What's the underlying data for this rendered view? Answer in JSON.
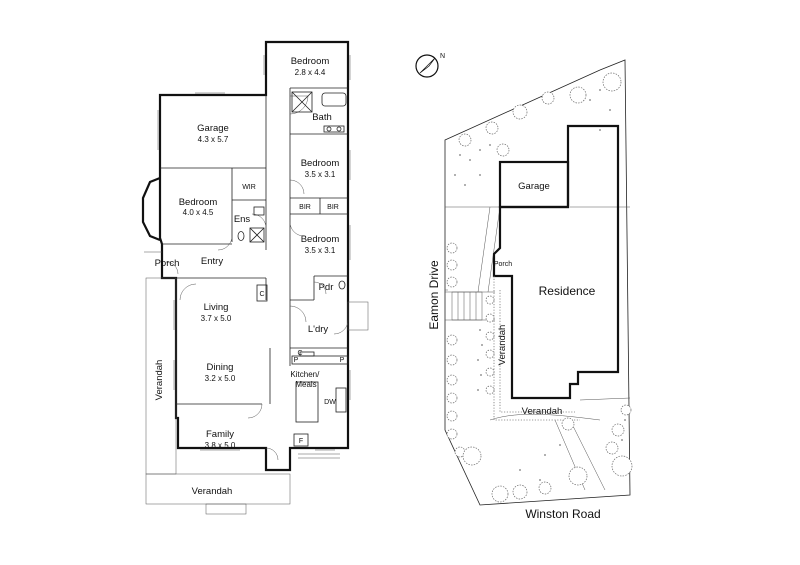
{
  "floor_plan": {
    "rooms": [
      {
        "id": "bedroom-main",
        "label": "Bedroom",
        "dims": "2.8 x 4.4"
      },
      {
        "id": "bath",
        "label": "Bath"
      },
      {
        "id": "garage",
        "label": "Garage",
        "dims": "4.3 x 5.7"
      },
      {
        "id": "bedroom-2",
        "label": "Bedroom",
        "dims": "3.5 x 3.1"
      },
      {
        "id": "wir",
        "label": "WIR"
      },
      {
        "id": "bedroom-west",
        "label": "Bedroom",
        "dims": "4.0 x 4.5"
      },
      {
        "id": "ens",
        "label": "Ens"
      },
      {
        "id": "bir-1",
        "label": "BIR"
      },
      {
        "id": "bir-2",
        "label": "BIR"
      },
      {
        "id": "bedroom-3",
        "label": "Bedroom",
        "dims": "3.5 x 3.1"
      },
      {
        "id": "porch",
        "label": "Porch"
      },
      {
        "id": "entry",
        "label": "Entry"
      },
      {
        "id": "pdr",
        "label": "Pdr"
      },
      {
        "id": "living",
        "label": "Living",
        "dims": "3.7 x 5.0"
      },
      {
        "id": "living-cupboard",
        "label": "C"
      },
      {
        "id": "ldry",
        "label": "L'dry"
      },
      {
        "id": "kitchen-cupboard",
        "label": "C"
      },
      {
        "id": "pantry-1",
        "label": "P"
      },
      {
        "id": "pantry-2",
        "label": "P"
      },
      {
        "id": "dining",
        "label": "Dining",
        "dims": "3.2 x 5.0"
      },
      {
        "id": "kitchen",
        "label": "Kitchen/\nMeals"
      },
      {
        "id": "dw",
        "label": "DW"
      },
      {
        "id": "family",
        "label": "Family",
        "dims": "3.8 x 5.0"
      },
      {
        "id": "fridge",
        "label": "F"
      },
      {
        "id": "verandah-side",
        "label": "Verandah"
      },
      {
        "id": "verandah-front",
        "label": "Verandah"
      }
    ]
  },
  "site_plan": {
    "north_label": "N",
    "garage": "Garage",
    "residence": "Residence",
    "porch": "Porch",
    "verandah_side": "Verandah",
    "verandah_front": "Verandah",
    "street_west": "Eamon Drive",
    "street_south": "Winston Road"
  }
}
